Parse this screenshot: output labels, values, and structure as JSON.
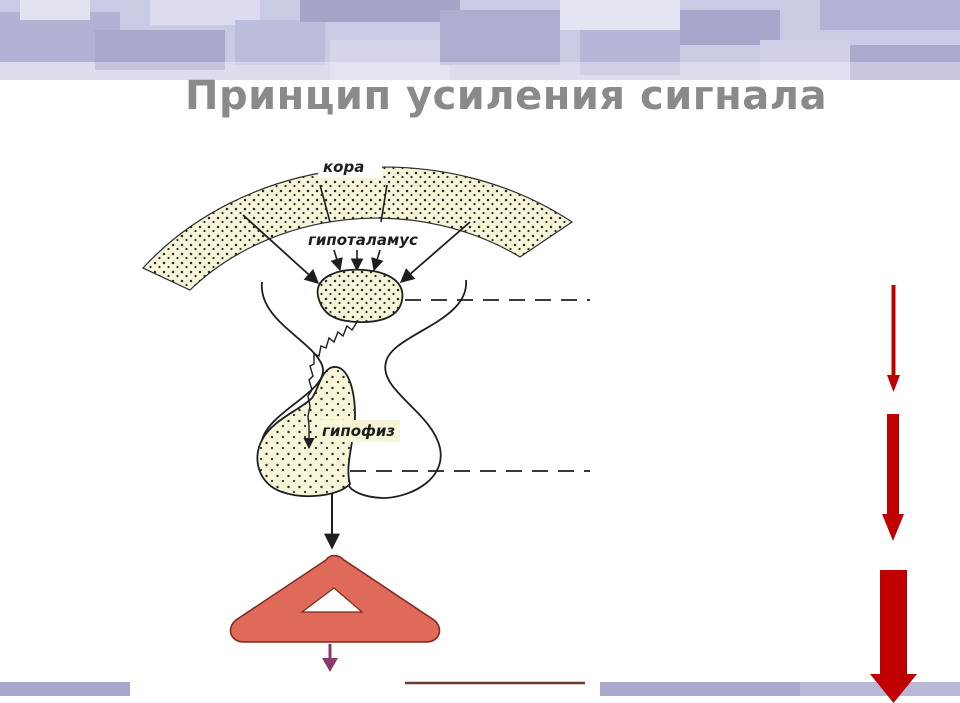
{
  "title": "Принцип усиления сигнала",
  "labels": {
    "cortex": "кора",
    "hypothalamus": "гипоталамус",
    "pituitary": "гипофиз"
  },
  "colors": {
    "banner_dark": "#a9aacc",
    "banner_light": "#d2d3e8",
    "organ_fill": "#f7f5d8",
    "dots": "#2a2a2a",
    "target_gland": "#e06a5a",
    "amplification_arrow": "#c00000",
    "output_arrow": "#8a3a6a"
  },
  "icons": {
    "amplification_arrows": "arrow-down-icon",
    "output_arrow": "arrow-down-icon"
  }
}
